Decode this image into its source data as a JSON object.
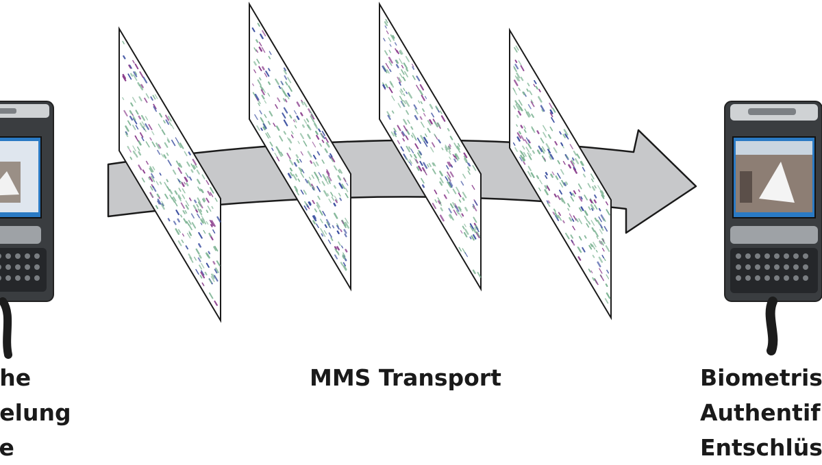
{
  "captions": {
    "left": [
      "sche",
      "sselung",
      "are"
    ],
    "center": "MMS Transport",
    "right": [
      "Biometris",
      "Authentif",
      "Entschlüss"
    ]
  },
  "colors": {
    "arrow_fill": "#c7c8ca",
    "arrow_stroke": "#1a1a1a",
    "noise_green": "#7fb595",
    "noise_blue": "#3b4fa0",
    "noise_purple": "#8a3c8c",
    "phone_body": "#3a3d40",
    "phone_screen": "#2a7ac4"
  },
  "icons": [
    "smartphone-icon",
    "smartphone-icon"
  ]
}
